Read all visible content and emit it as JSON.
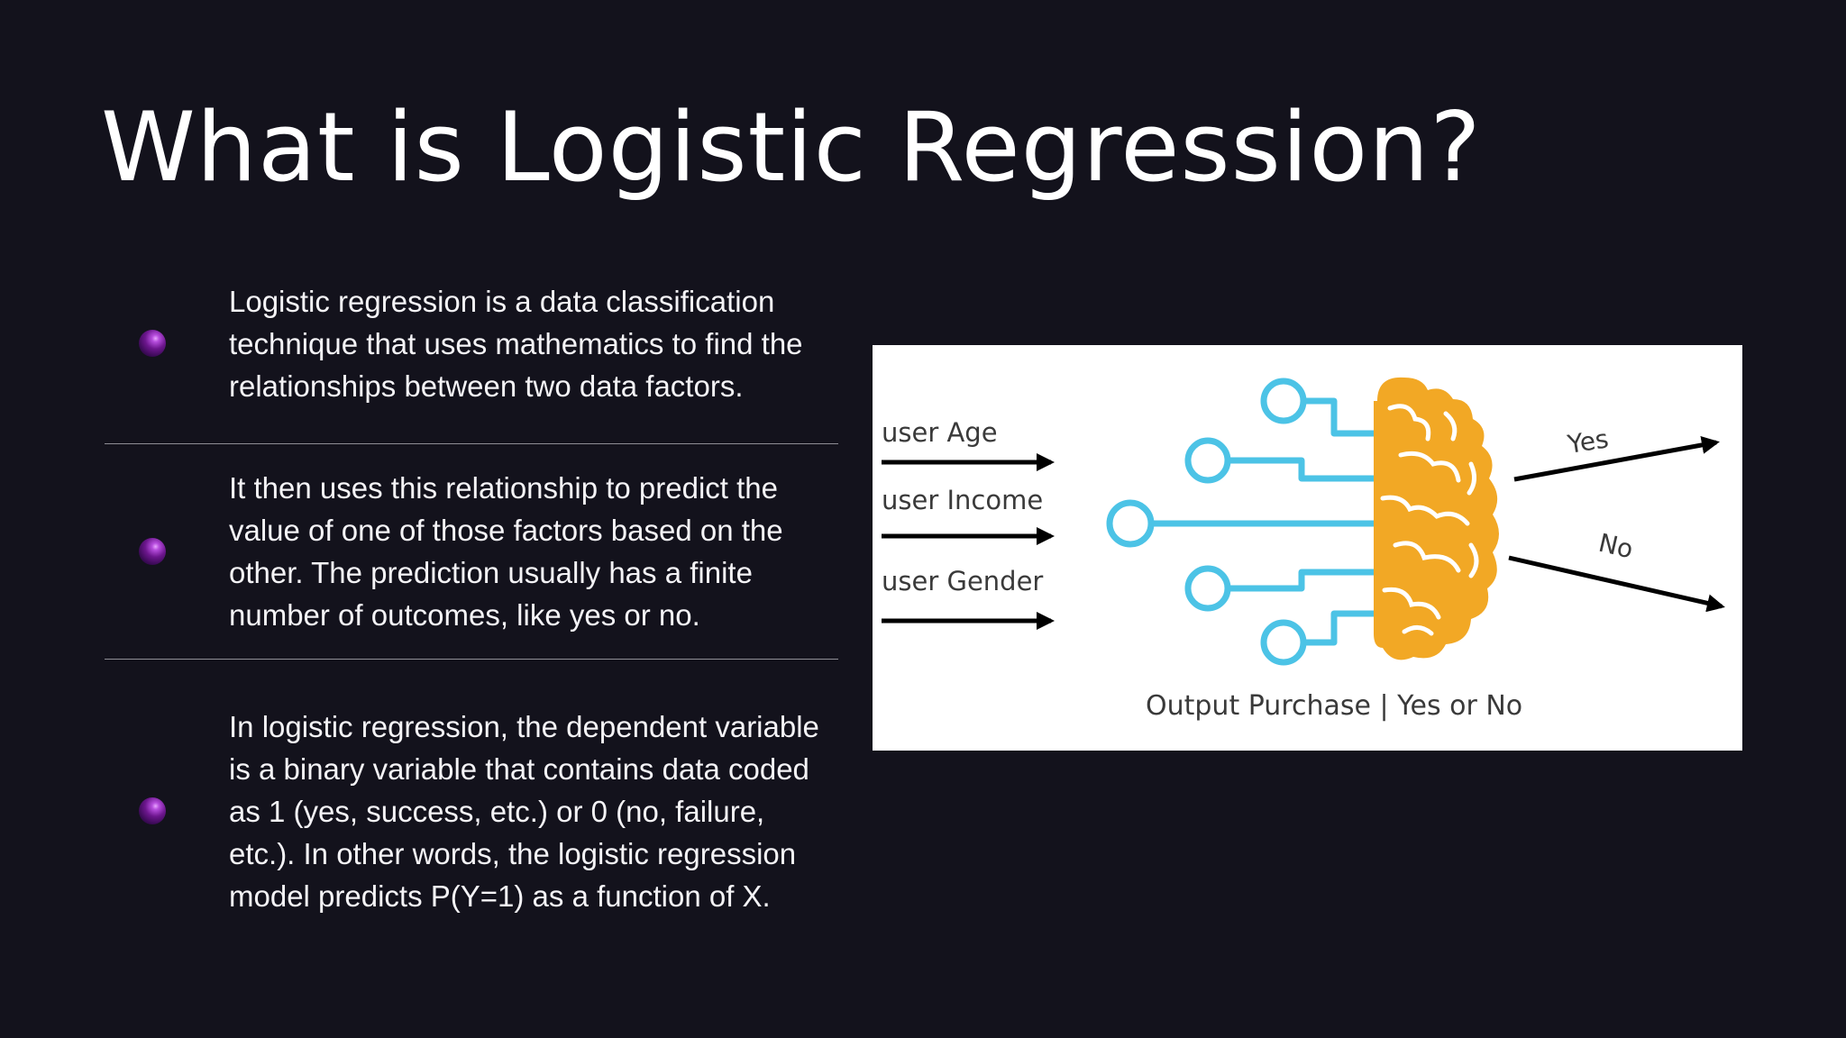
{
  "title": "What is Logistic Regression?",
  "bullets": [
    {
      "text": "Logistic regression is a data classification technique that uses mathematics to find the relationships between two data factors."
    },
    {
      "text": "It then uses this relationship to predict the value of one of those factors based on the other. The prediction usually has a finite number of outcomes, like yes or no."
    },
    {
      "text": "In logistic regression, the dependent variable is a binary variable that contains data coded as 1 (yes, success, etc.) or 0 (no, failure, etc.). In other words, the logistic regression model predicts P(Y=1) as a function of X."
    }
  ],
  "figure": {
    "inputs": [
      "user Age",
      "user Income",
      "user Gender"
    ],
    "outputs": [
      "Yes",
      "No"
    ],
    "caption": "Output Purchase | Yes or No",
    "colors": {
      "circuit": "#4cc3e6",
      "brain": "#f2a825",
      "arrow": "#000000"
    },
    "icons": [
      "brain-icon",
      "circuit-icon"
    ]
  },
  "colors": {
    "background": "#13121c",
    "bullet_dot": "#7a1fa0",
    "text": "#ffffff"
  }
}
